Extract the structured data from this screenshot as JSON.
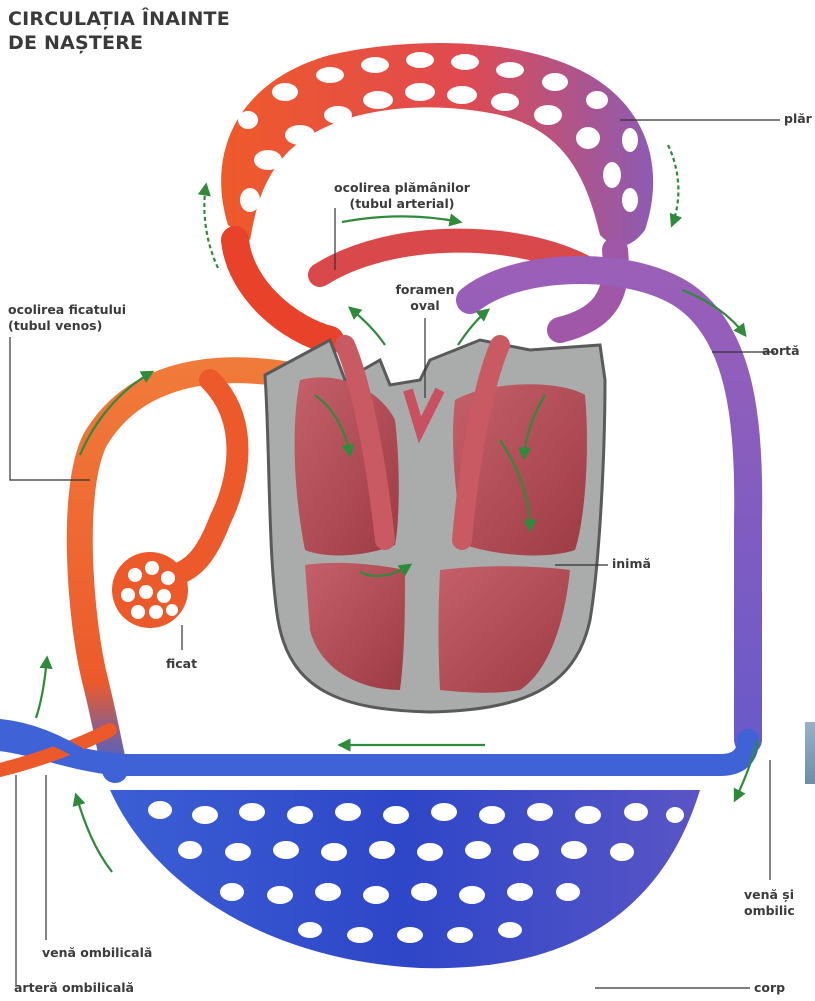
{
  "title": {
    "line1": "CIRCULAȚIA ÎNAINTE",
    "line2": "DE NAȘTERE"
  },
  "labels": {
    "lungs": "plăr",
    "lung_bypass_line1": "ocolirea plămânilor",
    "lung_bypass_line2": "(tubul arterial)",
    "foramen_line1": "foramen",
    "foramen_line2": "oval",
    "liver_bypass_line1": "ocolirea ficatului",
    "liver_bypass_line2": "(tubul venos)",
    "aorta": "aortă",
    "heart": "inimă",
    "liver": "ficat",
    "umbilical_vein": "venă ombilicală",
    "umbilical_artery": "arteră ombilicală",
    "vein_and_umbilical_line1": "venă și",
    "vein_and_umbilical_line2": "ombilic",
    "body": "corp"
  },
  "colors": {
    "oxygenated": "#e8432a",
    "deoxygenated": "#2f4fcc",
    "mixed": "#9a5aa8",
    "heart_muscle": "#b94a55",
    "heart_wall": "#a9acab",
    "arrow": "#2f8a3c",
    "label_text": "#3b3b3b"
  }
}
